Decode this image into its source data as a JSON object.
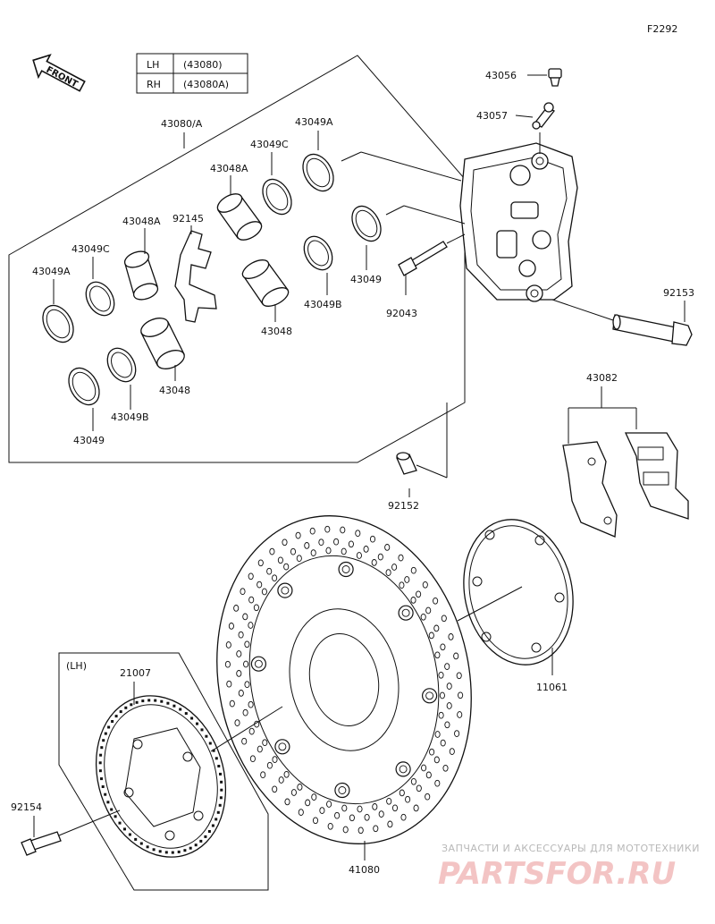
{
  "figure_code": "F2292",
  "front_label": "FRONT",
  "table": {
    "rows": [
      {
        "side": "LH",
        "code": "(43080)"
      },
      {
        "side": "RH",
        "code": "(43080A)"
      }
    ]
  },
  "lh_label": "(LH)",
  "parts": {
    "p43080": "43080/A",
    "p43056": "43056",
    "p43057": "43057",
    "p43049A_top": "43049A",
    "p43049C_top": "43049C",
    "p43048A_top": "43048A",
    "p43048A_left": "43048A",
    "p92145": "92145",
    "p43049C_left": "43049C",
    "p43049A_left": "43049A",
    "p43049_mid": "43049",
    "p43049B_mid": "43049B",
    "p43048_mid": "43048",
    "p92043": "92043",
    "p92153": "92153",
    "p43048_low": "43048",
    "p43049B_low": "43049B",
    "p43049_low": "43049",
    "p43082": "43082",
    "p92152": "92152",
    "p21007": "21007",
    "p11061": "11061",
    "p92154": "92154",
    "p41080": "41080"
  },
  "watermark": {
    "line1": "ЗАПЧАСТИ И АКСЕССУАРЫ ДЛЯ МОТОТЕХНИКИ",
    "line2": "PARTSFOR.RU"
  }
}
